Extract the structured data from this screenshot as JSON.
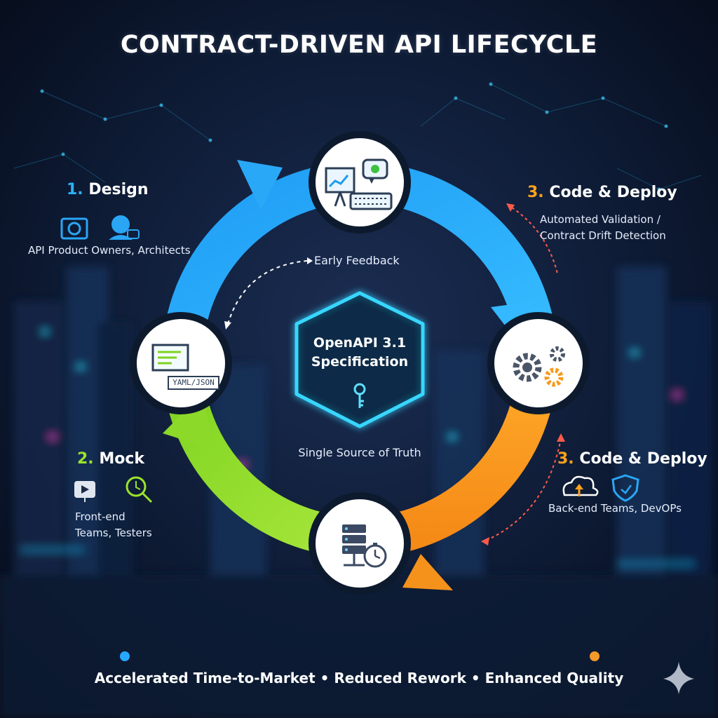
{
  "title": "CONTRACT-DRIVEN API LIFECYCLE",
  "center": {
    "line1": "OpenAPI 3.1",
    "line2": "Specification",
    "caption": "Single Source of Truth"
  },
  "feedback_label": "Early Feedback",
  "stages": {
    "design": {
      "number": "1.",
      "name": "Design",
      "roles": "API Product Owners, Architects"
    },
    "mock": {
      "number": "2.",
      "name": "Mock",
      "roles_line1": "Front-end",
      "roles_line2": "Teams, Testers",
      "format_label": "YAML/JSON"
    },
    "code_top": {
      "number": "3.",
      "name": "Code & Deploy",
      "desc_line1": "Automated Validation /",
      "desc_line2": "Contract Drift Detection"
    },
    "code_bottom": {
      "number": "3.",
      "name": "Code & Deploy",
      "roles": "Back-end Teams, DevOPs"
    }
  },
  "footer": {
    "text": "Accelerated Time-to-Market • Reduced Rework • Enhanced Quality"
  },
  "colors": {
    "background": "#0a1326",
    "design_blue": "#2ab2ff",
    "mock_green": "#9be22d",
    "deploy_orange": "#ffa21c",
    "spec_cyan": "#38d6ff"
  },
  "icons": [
    "presentation-board-icon",
    "chat-bubble-icon",
    "keyboard-icon",
    "yaml-json-editor-icon",
    "gears-icon",
    "server-stopwatch-icon",
    "key-icon",
    "camera-icon",
    "user-chat-icon",
    "play-video-icon",
    "search-timer-icon",
    "cloud-upload-icon",
    "shield-icon",
    "sparkle-icon"
  ]
}
